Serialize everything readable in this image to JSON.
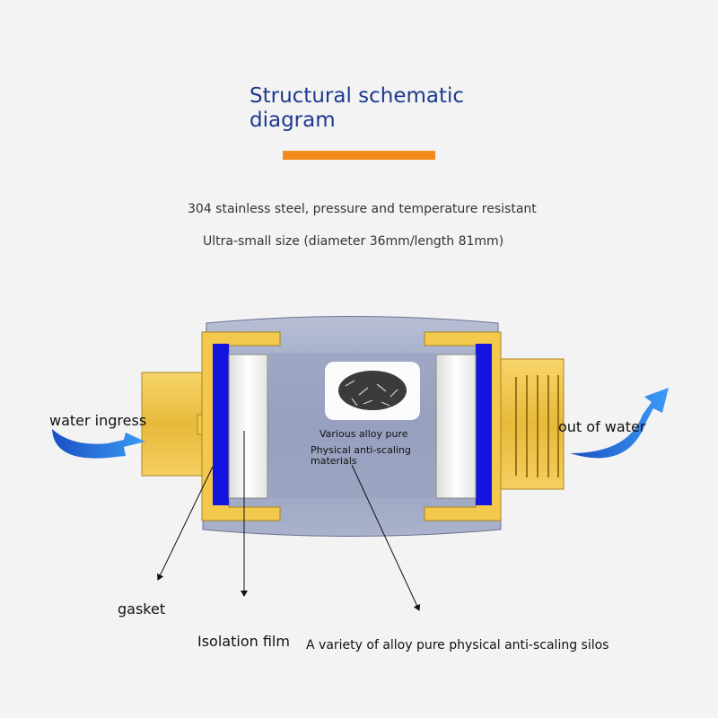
{
  "title": "Structural schematic diagram",
  "subtitles": [
    "304 stainless steel, pressure and temperature resistant",
    "Ultra-small size (diameter 36mm/length 81mm)"
  ],
  "labels": {
    "inlet": "water ingress",
    "outlet": "out of water",
    "gasket": "gasket",
    "film": "Isolation film",
    "silos": "A variety of alloy pure physical anti-scaling silos",
    "inner_line1": "Various alloy pure",
    "inner_line2": "Physical anti-scaling materials"
  },
  "colors": {
    "title": "#1d3a8f",
    "accent": "#f58a1f",
    "arrow": "#1f6fe0",
    "brass": "#f2c94c",
    "gasket": "#1414e0"
  }
}
